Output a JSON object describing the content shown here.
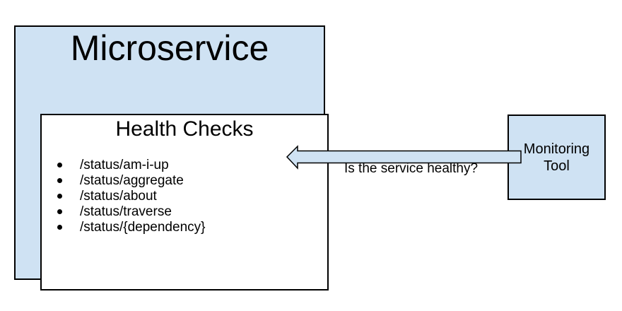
{
  "microservice": {
    "title": "Microservice",
    "health_checks": {
      "title": "Health Checks",
      "endpoints": [
        "/status/am-i-up",
        "/status/aggregate",
        "/status/about",
        "/status/traverse",
        "/status/{dependency}"
      ]
    }
  },
  "monitoring_tool": {
    "label": "Monitoring Tool"
  },
  "arrow": {
    "label": "Is the service healthy?",
    "direction": "right-to-left",
    "from": "monitoring_tool",
    "to": "microservice"
  },
  "colors": {
    "box_fill": "#cfe2f3",
    "box_border": "#000000",
    "text": "#000000",
    "background": "#ffffff"
  }
}
